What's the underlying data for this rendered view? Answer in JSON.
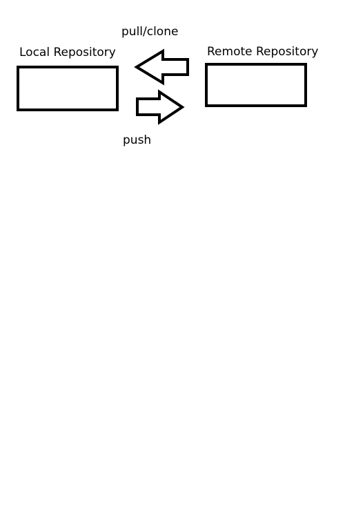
{
  "diagram": {
    "local_repository": {
      "label": "Local Repository"
    },
    "remote_repository": {
      "label": "Remote Repository"
    },
    "pull_clone": {
      "label": "pull/clone"
    },
    "push": {
      "label": "push"
    }
  },
  "colors": {
    "stroke": "#000000",
    "background": "#ffffff"
  }
}
